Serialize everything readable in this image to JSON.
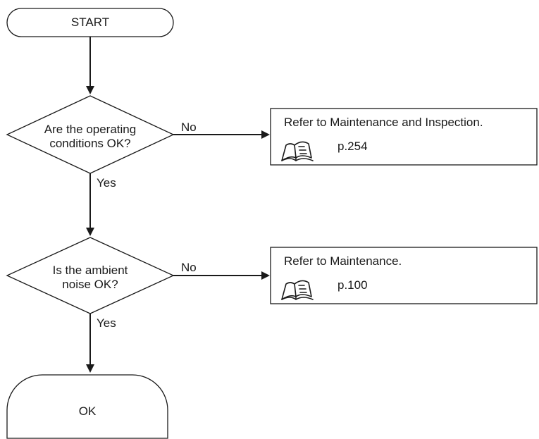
{
  "flowchart": {
    "start_label": "START",
    "end_label": "OK",
    "decisions": [
      {
        "question_line1": "Are the operating",
        "question_line2": "conditions OK?",
        "no_label": "No",
        "yes_label": "Yes"
      },
      {
        "question_line1": "Is the ambient",
        "question_line2": "noise OK?",
        "no_label": "No",
        "yes_label": "Yes"
      }
    ],
    "references": [
      {
        "text": "Refer to Maintenance and Inspection.",
        "page": "p.254",
        "icon": "manual-book-icon"
      },
      {
        "text": "Refer to Maintenance.",
        "page": "p.100",
        "icon": "manual-book-icon"
      }
    ]
  }
}
